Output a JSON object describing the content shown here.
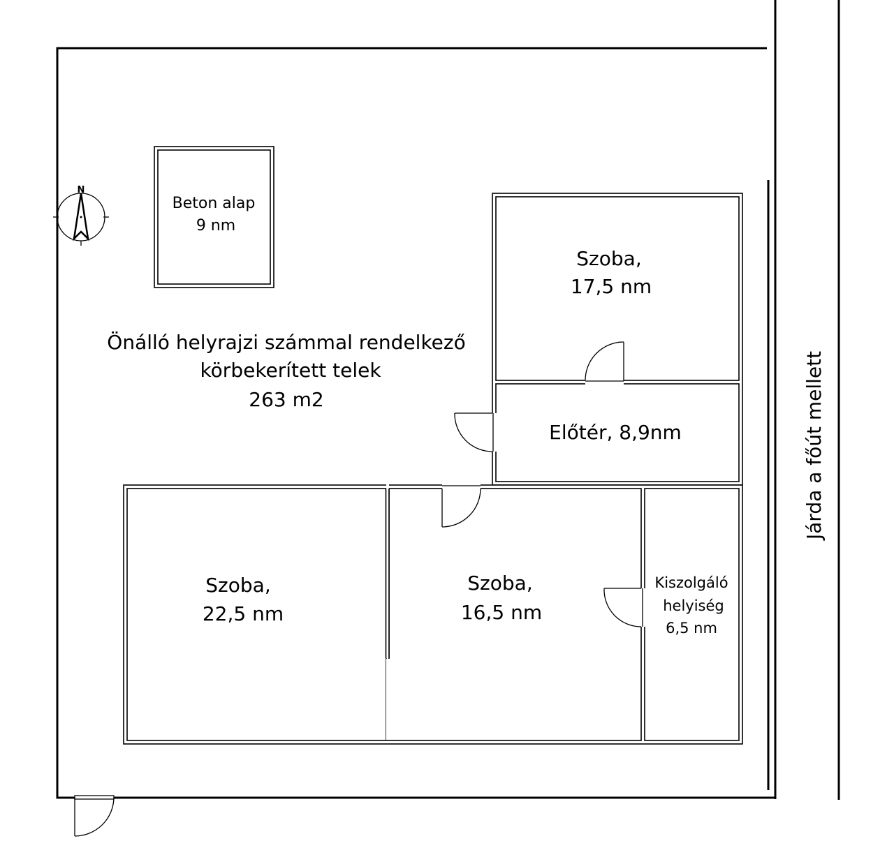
{
  "compass": {
    "north_label": "N"
  },
  "plot": {
    "line1": "Önálló helyrajzi számmal rendelkező",
    "line2": "körbekerített  telek",
    "line3": "263 m2"
  },
  "rooms": {
    "foundation": {
      "name": "Beton alap",
      "area": "9 nm"
    },
    "room_upper": {
      "name": "Szoba,",
      "area": "17,5 nm"
    },
    "hall": {
      "name": "Előtér, 8,9nm"
    },
    "room_left": {
      "name": "Szoba,",
      "area": "22,5 nm"
    },
    "room_middle": {
      "name": "Szoba,",
      "area": "16,5 nm"
    },
    "utility": {
      "name1": "Kiszolgáló",
      "name2": "helyiség",
      "area": "6,5 nm"
    }
  },
  "sidewalk": {
    "label": "Járda a főút mellett"
  }
}
